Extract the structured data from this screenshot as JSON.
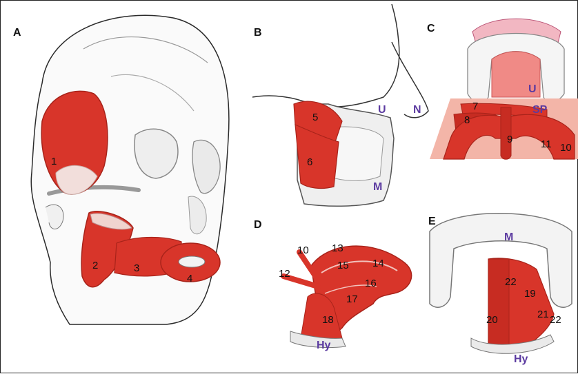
{
  "colors": {
    "muscle": "#d8352a",
    "muscle_dark": "#a8231a",
    "bone": "#f4f4f4",
    "bone_shadow": "#bdbdbd",
    "outline": "#2a2a2a",
    "structure_label": "#5b3aa0",
    "soft_palate": "#f3b5a8",
    "gum": "#f2b7c2"
  },
  "panels": {
    "A": {
      "label": "A",
      "numbers": [
        "1",
        "2",
        "3",
        "4"
      ]
    },
    "B": {
      "label": "B",
      "numbers": [
        "5",
        "6"
      ],
      "markers": [
        "U",
        "N",
        "M"
      ]
    },
    "C": {
      "label": "C",
      "numbers": [
        "7",
        "8",
        "9",
        "11",
        "10"
      ],
      "markers": [
        "U",
        "SP"
      ]
    },
    "D": {
      "label": "D",
      "numbers": [
        "10",
        "13",
        "12",
        "15",
        "14",
        "16",
        "17",
        "18"
      ],
      "markers": [
        "Hy"
      ]
    },
    "E": {
      "label": "E",
      "numbers": [
        "22",
        "19",
        "20",
        "21",
        "22"
      ],
      "markers": [
        "M",
        "Hy"
      ]
    }
  }
}
